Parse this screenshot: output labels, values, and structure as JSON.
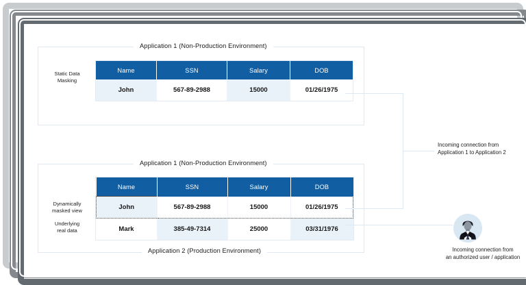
{
  "diagram": {
    "columns": [
      "Name",
      "SSN",
      "Salary",
      "DOB"
    ],
    "groups": {
      "app1_top_title": "Application 1 (Non-Production Environment)",
      "app1_bottom_title": "Application 1 (Non-Production Environment)",
      "app2_title": "Application 2 (Production Environment)"
    },
    "side_labels": {
      "static_masking": "Static Data\nMasking",
      "dynamic_masked": "Dynamically\nmasked view",
      "underlying_real": "Underlying\nreal data"
    },
    "table_static": {
      "headers": [
        "Name",
        "SSN",
        "Salary",
        "DOB"
      ],
      "rows": [
        {
          "name": "John",
          "ssn": "567-89-2988",
          "salary": "15000",
          "dob": "01/26/1975"
        }
      ]
    },
    "table_dynamic": {
      "headers": [
        "Name",
        "SSN",
        "Salary",
        "DOB"
      ],
      "rows": [
        {
          "name": "John",
          "ssn": "567-89-2988",
          "salary": "15000",
          "dob": "01/26/1975"
        },
        {
          "name": "Mark",
          "ssn": "385-49-7314",
          "salary": "25000",
          "dob": "03/31/1976"
        }
      ]
    },
    "annotations": {
      "app_connection": "Incoming connection from\nApplication 1 to Application 2",
      "user_connection": "Incoming connection from\nan authorized user / application"
    },
    "icons": {
      "user_avatar": "business-person-avatar-icon"
    },
    "colors": {
      "header_blue": "#115ea3",
      "row_tint": "#e9f1f9",
      "connector": "#dce8f4",
      "group_border": "#dfe8f3",
      "frame_light": "#c9ccce",
      "frame_mid": "#85898d",
      "frame_dark": "#636a70",
      "avatar_bg": "#d9e7f2"
    }
  }
}
